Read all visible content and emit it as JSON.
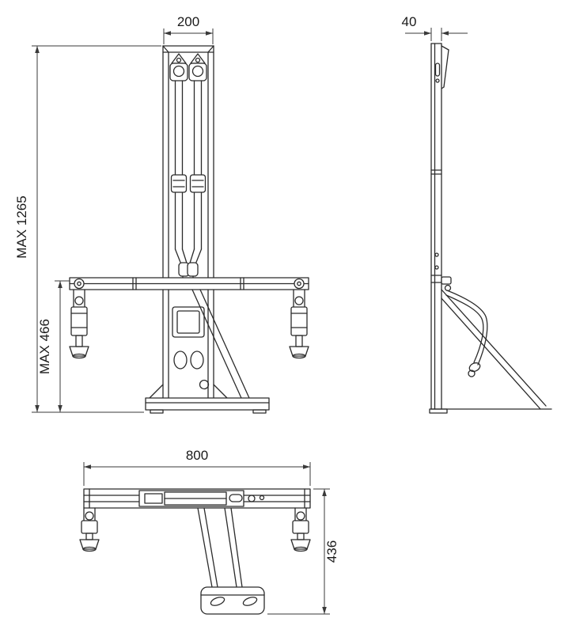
{
  "drawing": {
    "front_view": {
      "width_dim": "200",
      "total_height_dim": "MAX 1265",
      "lower_height_dim": "MAX 466"
    },
    "side_view": {
      "depth_dim": "40"
    },
    "plan_view": {
      "width_dim": "800",
      "height_dim": "436"
    }
  }
}
